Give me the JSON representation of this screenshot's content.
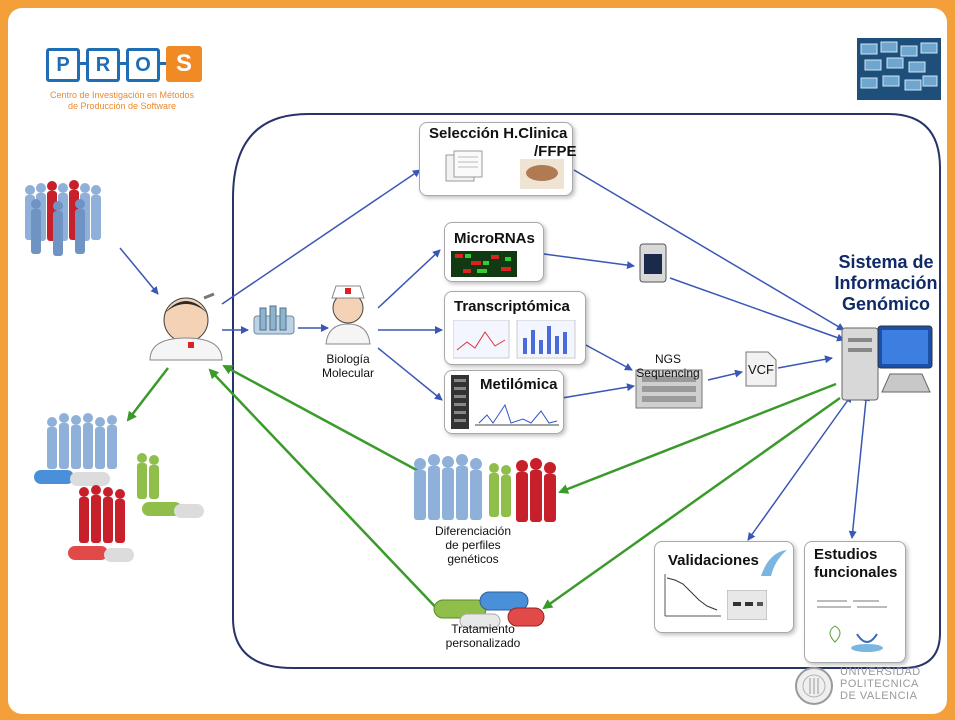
{
  "logo": {
    "letters": [
      "P",
      "R",
      "O"
    ],
    "s_letter": "S",
    "subtitle_line1": "Centro de Investigación en Métodos",
    "subtitle_line2": "de Producción de Software"
  },
  "nodes": {
    "seleccion": {
      "line1": "Selección H.Clinica",
      "line2": "/FFPE"
    },
    "micrornas": {
      "title": "MicroRNAs"
    },
    "transcriptomica": {
      "title": "Transcriptómica"
    },
    "metilomica": {
      "title": "Metilómica"
    },
    "biologia": {
      "line1": "Biología",
      "line2": "Molecular"
    },
    "ngs": {
      "line1": "NGS",
      "line2": "Sequencing"
    },
    "vcf": {
      "label": "VCF"
    },
    "sistema": {
      "line1": "Sistema de",
      "line2": "Información",
      "line3": "Genómico"
    },
    "diferenciacion": {
      "line1": "Diferenciación",
      "line2": "de perfiles",
      "line3": "genéticos"
    },
    "tratamiento": {
      "line1": "Tratamiento",
      "line2": "personalizado"
    },
    "validaciones": {
      "title": "Validaciones"
    },
    "estudios": {
      "line1": "Estudios",
      "line2": "funcionales"
    }
  },
  "upv": {
    "line1": "UNIVERSIDAD",
    "line2": "POLITECNICA",
    "line3": "DE VALENCIA"
  },
  "colors": {
    "frame": "#f3a03b",
    "blue_arrow": "#3a57b5",
    "green_arrow": "#3a9a2a",
    "container": "#27346b"
  }
}
